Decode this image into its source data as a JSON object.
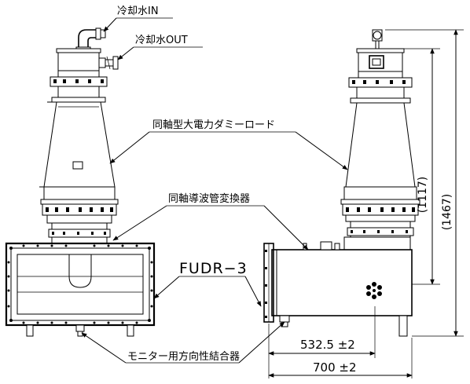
{
  "labels": {
    "cooling_in": "冷却水IN",
    "cooling_out": "冷却水OUT",
    "dummy_load": "同軸型大電力ダミーロード",
    "converter": "同軸導波管変換器",
    "fudr": "FUDR−3",
    "monitor_coupler": "モニター用方向性結合器"
  },
  "dimensions": {
    "height_1117": "(1117)",
    "height_1467": "(1467)",
    "width_532": "532.5 ±2",
    "width_700": "700 ±2"
  }
}
